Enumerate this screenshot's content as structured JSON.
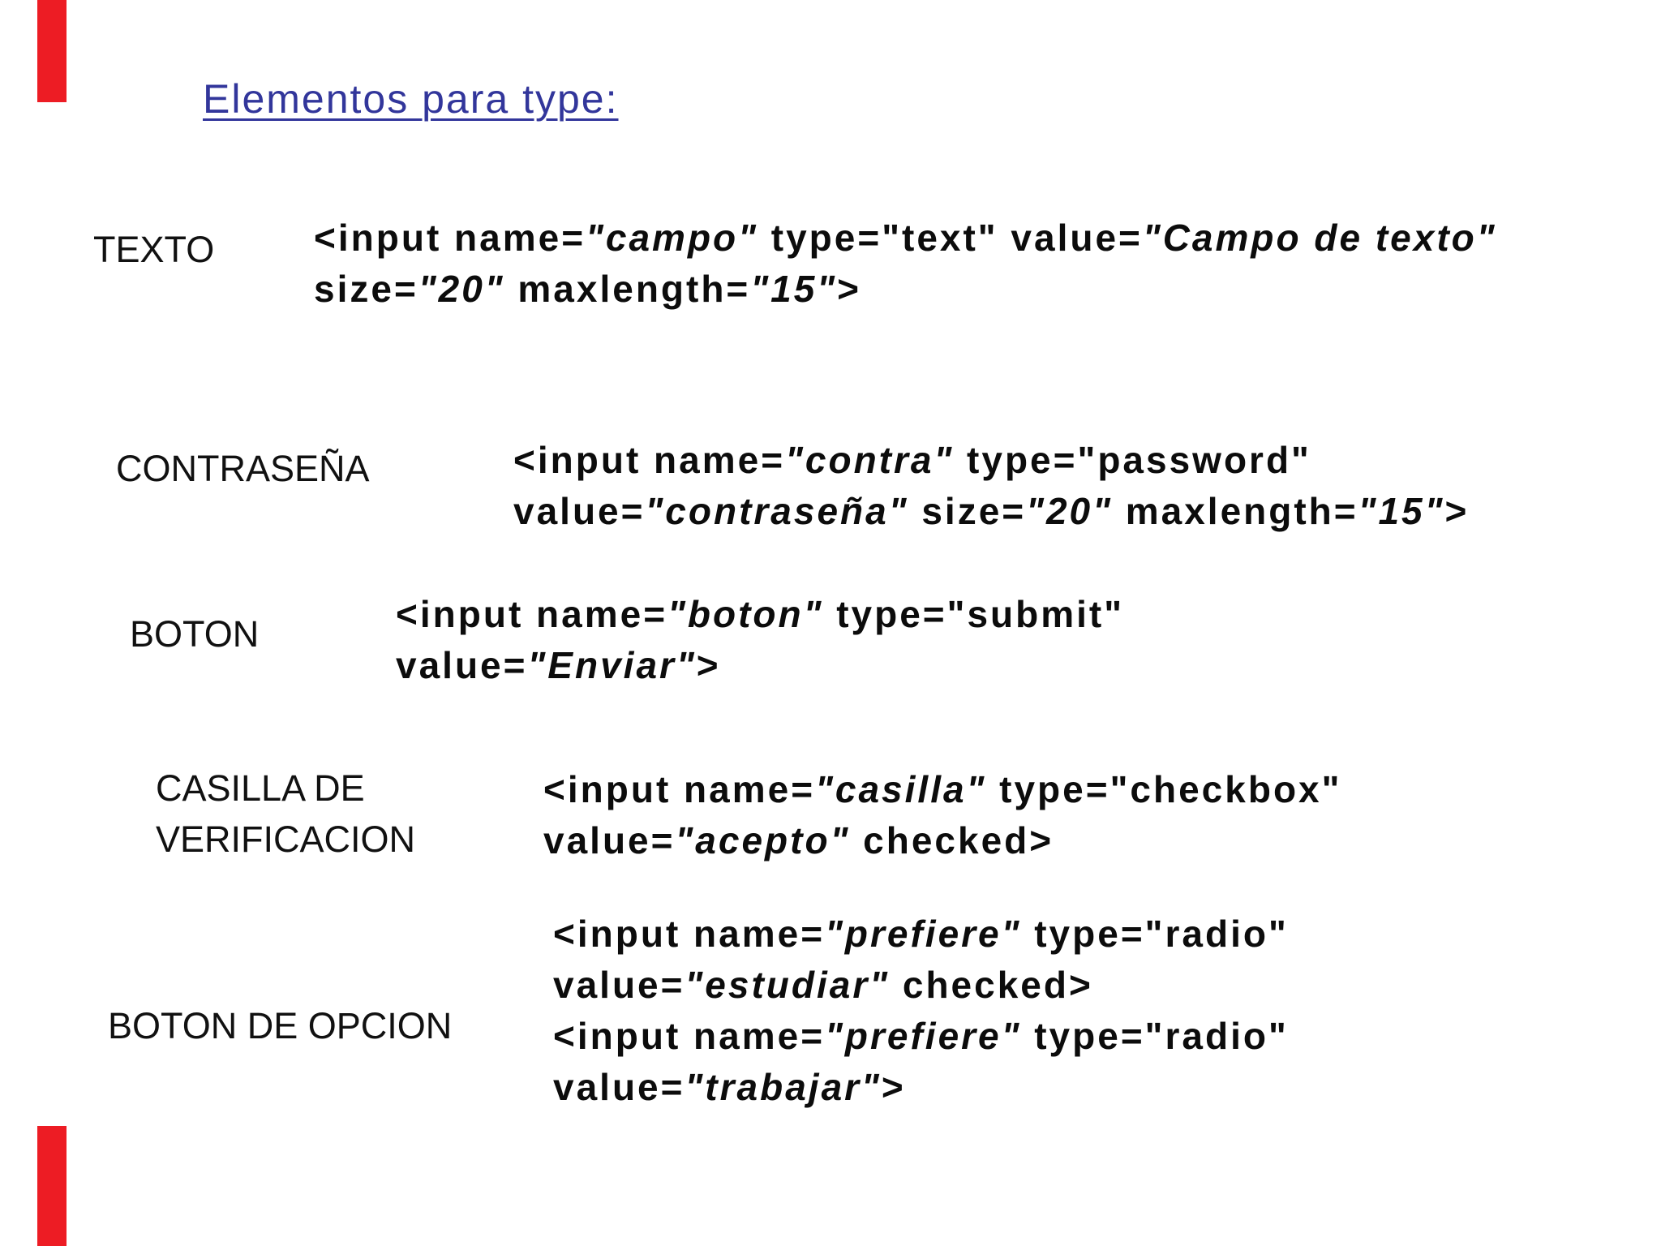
{
  "slide": {
    "title": "Elementos para type:",
    "title_color": "#32369b",
    "accent_red": "#ed1c24",
    "rows": [
      {
        "label_lines": [
          "TEXTO"
        ],
        "code_lines": [
          [
            {
              "t": "<input name=",
              "i": false
            },
            {
              "t": "\"campo\"",
              "i": true
            },
            {
              "t": " type=\"text\" value=",
              "i": false
            },
            {
              "t": "\"Campo de texto\"",
              "i": true
            }
          ],
          [
            {
              "t": "size=",
              "i": false
            },
            {
              "t": "\"20\"",
              "i": true
            },
            {
              "t": " maxlength=",
              "i": false
            },
            {
              "t": "\"15\"",
              "i": true
            },
            {
              "t": ">",
              "i": false
            }
          ]
        ]
      },
      {
        "label_lines": [
          "CONTRASEÑA"
        ],
        "code_lines": [
          [
            {
              "t": "<input name=",
              "i": false
            },
            {
              "t": "\"contra\"",
              "i": true
            },
            {
              "t": " type=\"password\"",
              "i": false
            }
          ],
          [
            {
              "t": "value=",
              "i": false
            },
            {
              "t": "\"contraseña\"",
              "i": true
            },
            {
              "t": " size=",
              "i": false
            },
            {
              "t": "\"20\"",
              "i": true
            },
            {
              "t": " maxlength=",
              "i": false
            },
            {
              "t": "\"15\"",
              "i": true
            },
            {
              "t": ">",
              "i": false
            }
          ]
        ]
      },
      {
        "label_lines": [
          "BOTON"
        ],
        "code_lines": [
          [
            {
              "t": "<input name=",
              "i": false
            },
            {
              "t": "\"boton\"",
              "i": true
            },
            {
              "t": " type=\"submit\"",
              "i": false
            }
          ],
          [
            {
              "t": "value=",
              "i": false
            },
            {
              "t": "\"Enviar\"",
              "i": true
            },
            {
              "t": ">",
              "i": false
            }
          ]
        ]
      },
      {
        "label_lines": [
          "CASILLA DE",
          "VERIFICACION"
        ],
        "code_lines": [
          [
            {
              "t": "<input name=",
              "i": false
            },
            {
              "t": "\"casilla\"",
              "i": true
            },
            {
              "t": " type=\"checkbox\"",
              "i": false
            }
          ],
          [
            {
              "t": "value=",
              "i": false
            },
            {
              "t": "\"acepto\"",
              "i": true
            },
            {
              "t": " checked>",
              "i": false
            }
          ]
        ]
      },
      {
        "label_lines": [
          "BOTON DE OPCION"
        ],
        "code_lines": [
          [
            {
              "t": "<input name=",
              "i": false
            },
            {
              "t": "\"prefiere\"",
              "i": true
            },
            {
              "t": " type=\"radio\"",
              "i": false
            }
          ],
          [
            {
              "t": "value=",
              "i": false
            },
            {
              "t": "\"estudiar\"",
              "i": true
            },
            {
              "t": " checked>",
              "i": false
            }
          ],
          [
            {
              "t": "<input name=",
              "i": false
            },
            {
              "t": "\"prefiere\"",
              "i": true
            },
            {
              "t": " type=\"radio\"",
              "i": false
            }
          ],
          [
            {
              "t": "value=",
              "i": false
            },
            {
              "t": "\"trabajar\"",
              "i": true
            },
            {
              "t": ">",
              "i": false
            }
          ]
        ]
      }
    ]
  }
}
